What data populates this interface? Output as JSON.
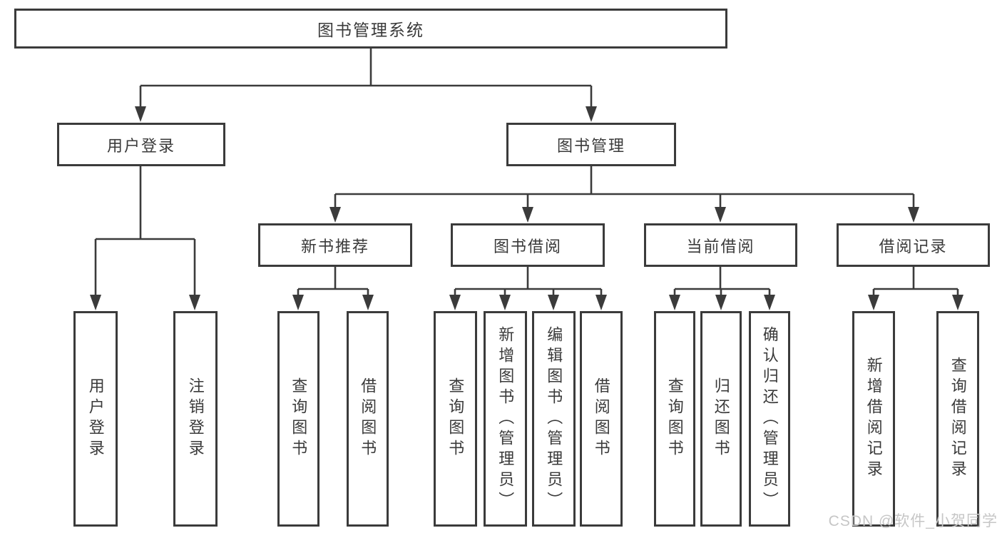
{
  "colors": {
    "line": "#3b3b3b",
    "box_border": "#3b3b3b",
    "text": "#3a3a3a",
    "background": "#ffffff",
    "watermark": "#c6c6c6"
  },
  "tree": {
    "root": {
      "label": "图书管理系统"
    },
    "branches": [
      {
        "label": "用户登录",
        "leaves": [
          "用户登录",
          "注销登录"
        ]
      },
      {
        "label": "图书管理",
        "groups": [
          {
            "label": "新书推荐",
            "leaves": [
              "查询图书",
              "借阅图书"
            ]
          },
          {
            "label": "图书借阅",
            "leaves": [
              "查询图书",
              "新增图书（管理员）",
              "编辑图书（管理员）",
              "借阅图书"
            ]
          },
          {
            "label": "当前借阅",
            "leaves": [
              "查询图书",
              "归还图书",
              "确认归还（管理员）"
            ]
          },
          {
            "label": "借阅记录",
            "leaves": [
              "新增借阅记录",
              "查询借阅记录"
            ]
          }
        ]
      }
    ]
  },
  "watermark": {
    "text": "CSDN @软件_小贺同学"
  }
}
